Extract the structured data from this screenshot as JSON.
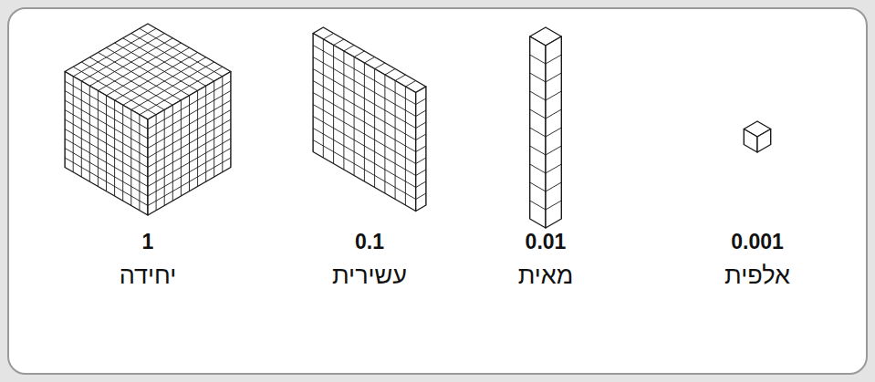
{
  "diagram": {
    "labels": [
      "1",
      "יחידה",
      "0.1",
      "עשירית",
      "0.01",
      "מאית",
      "0.001",
      "אלפית"
    ]
  }
}
